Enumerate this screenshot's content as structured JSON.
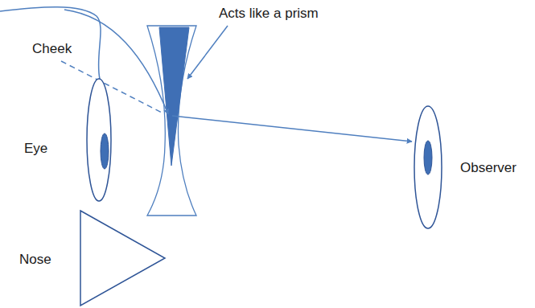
{
  "diagram": {
    "labels": [
      "Acts like a prism",
      "Cheek",
      "Eye",
      "Nose",
      "Observer"
    ]
  }
}
